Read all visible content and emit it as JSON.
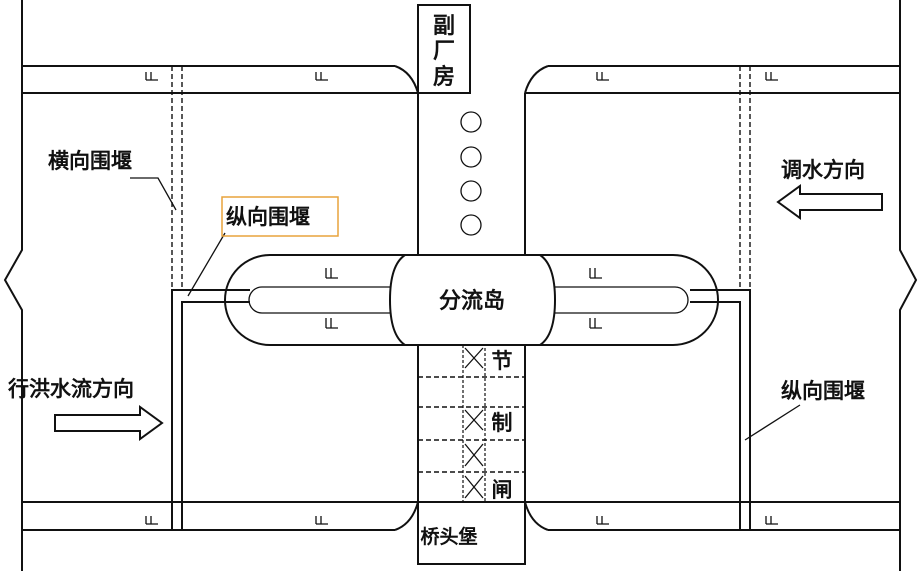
{
  "labels": {
    "powerhouse": [
      "副",
      "厂",
      "房"
    ],
    "left_transverse_cofferdam": "横向围堰",
    "left_longitudinal_cofferdam": "纵向围堰",
    "flood_flow_direction": "行洪水流方向",
    "diversion_direction": "调水方向",
    "diversion_island": "分流岛",
    "control_gate": [
      "节",
      "制",
      "闸"
    ],
    "right_longitudinal_cofferdam": "纵向围堰",
    "bridgehead": "桥头堡"
  },
  "colors": {
    "line": "#111111",
    "highlight_box": "#e8a33c",
    "background": "#ffffff"
  }
}
